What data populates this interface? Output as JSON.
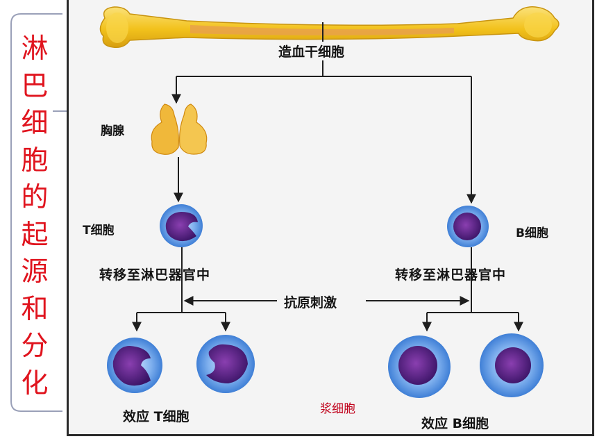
{
  "side_title": {
    "chars": [
      "淋",
      "巴",
      "细",
      "胞",
      "的",
      "起",
      "源",
      "和",
      "分",
      "化"
    ],
    "color": "#e0141e"
  },
  "diagram": {
    "labels": {
      "stem_cell": "造血干细胞",
      "thymus": "胸腺",
      "t_cell": "T细胞",
      "b_cell": "B细胞",
      "migrate_left": "转移至淋巴器官中",
      "migrate_right": "转移至淋巴器官中",
      "antigen": "抗原刺激",
      "effector_t": "效应 T细胞",
      "effector_b": "效应 B细胞",
      "plasma_cell": "浆细胞"
    },
    "colors": {
      "bone": "#f2c21c",
      "marrow": "#e8a14a",
      "thymus": "#f0b83a",
      "cell_membrane": "#7fb0ee",
      "nucleus": "#4a1d72",
      "frame_bg": "#f4f4f4",
      "plasma_label": "#c0001a"
    }
  }
}
